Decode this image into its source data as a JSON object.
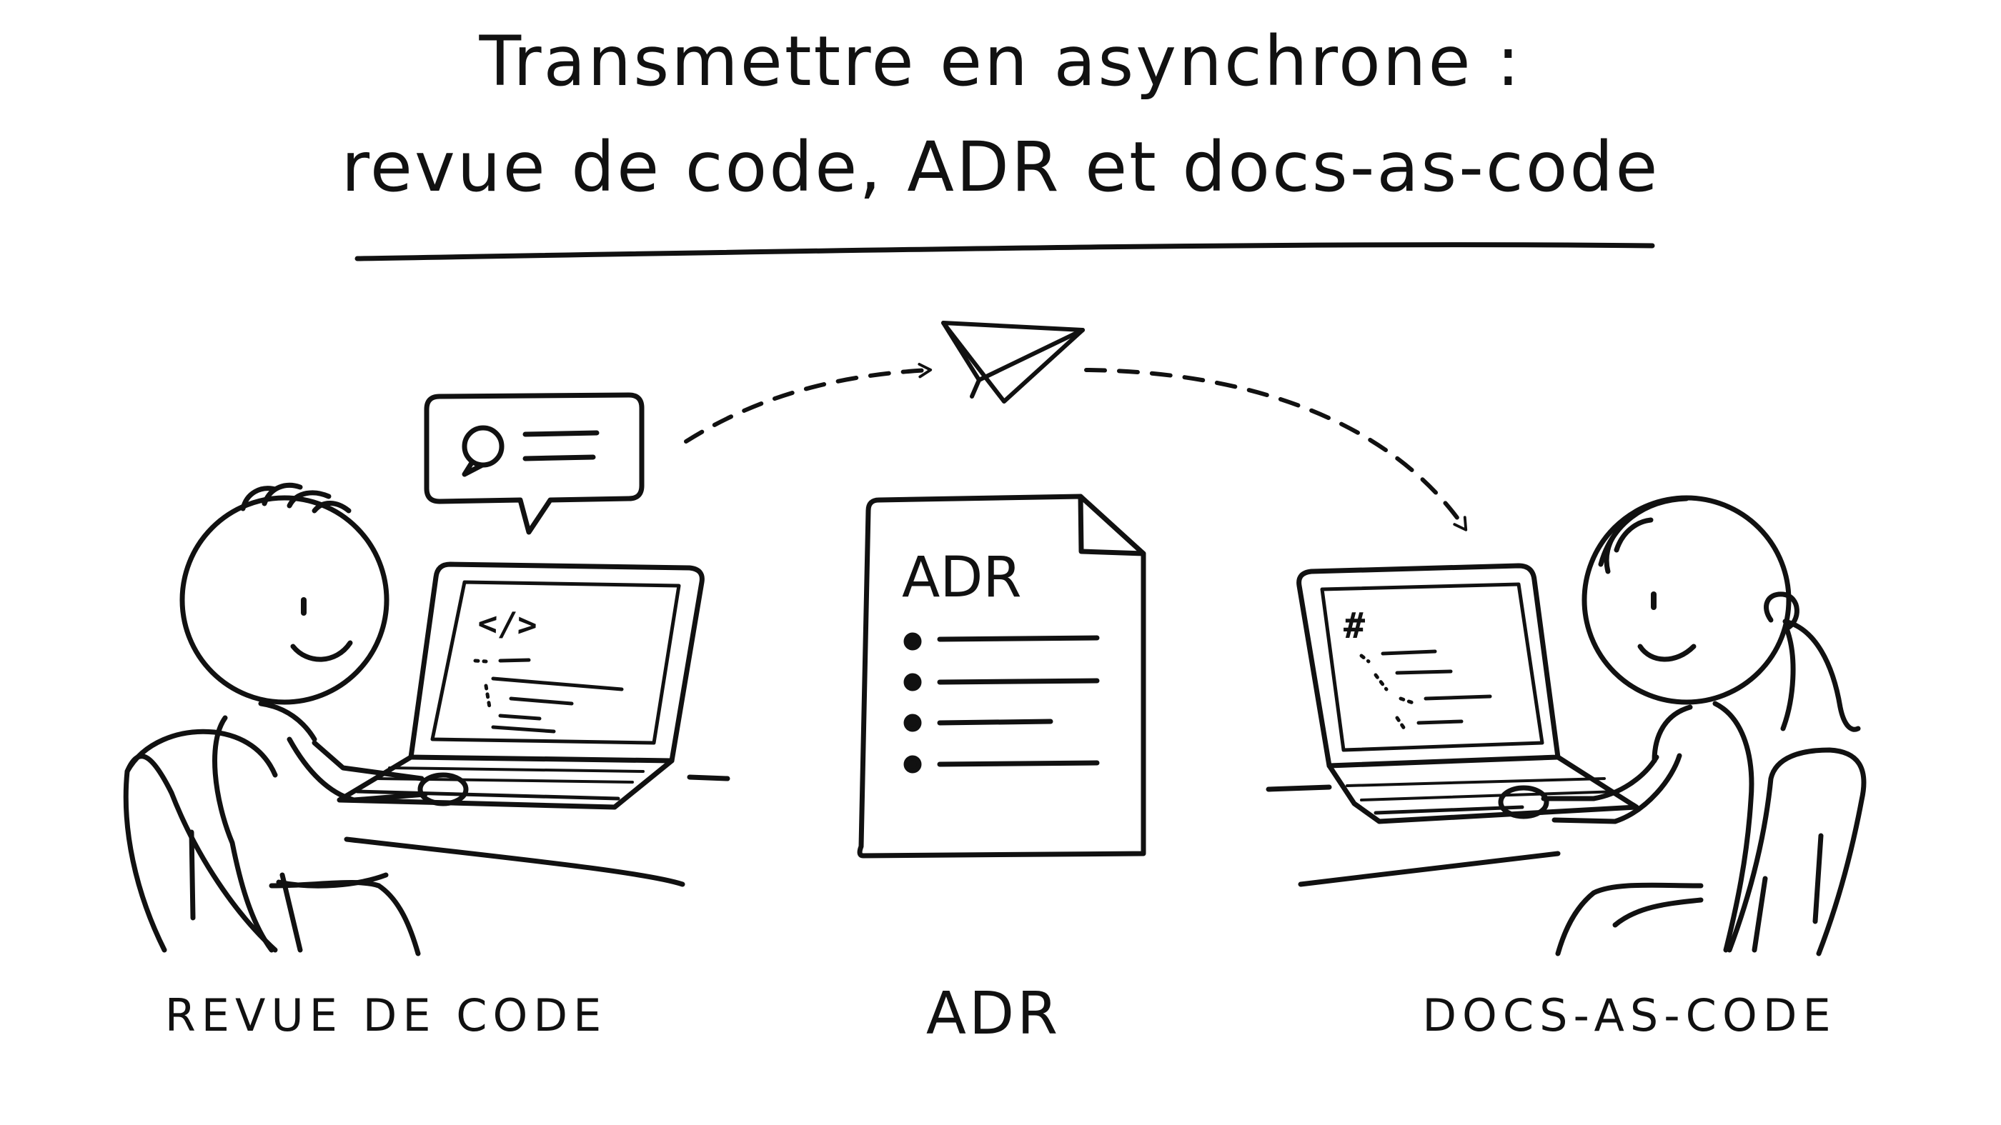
{
  "title": {
    "line1": "Transmettre en asynchrone :",
    "line2": "revue de code, ADR et docs-as-code"
  },
  "document": {
    "label": "ADR"
  },
  "screens": {
    "left_tag": "</>",
    "right_tag": "#"
  },
  "captions": {
    "left": "REVUE DE CODE",
    "center": "ADR",
    "right": "DOCS-AS-CODE"
  },
  "colors": {
    "ink": "#111111",
    "background": "#ffffff"
  }
}
